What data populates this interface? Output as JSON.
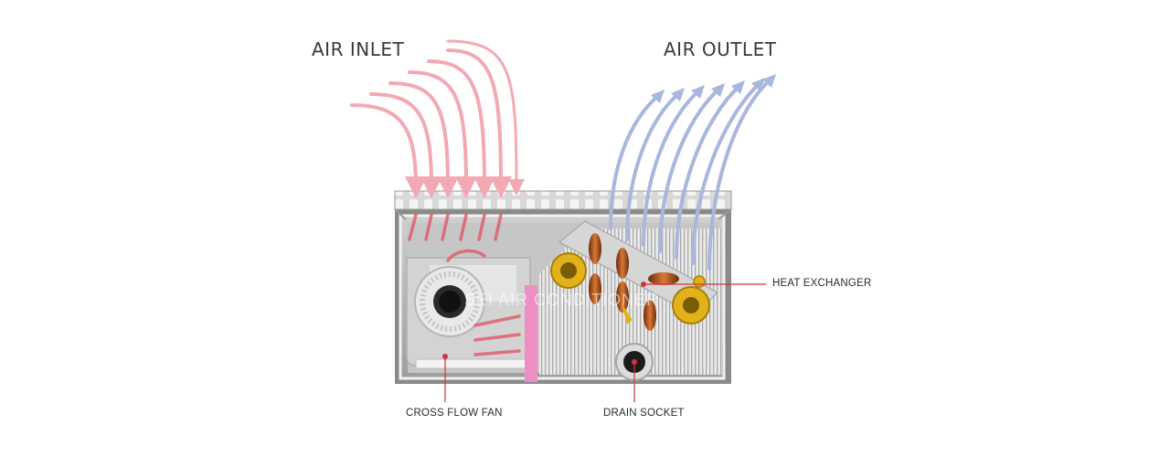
{
  "labels": {
    "air_inlet": "AIR INLET",
    "air_outlet": "AIR OUTLET",
    "heat_exchanger": "HEAT EXCHANGER",
    "cross_flow_fan": "CROSS FLOW FAN",
    "drain_socket": "DRAIN SOCKET",
    "watermark": "SEI AIR CONDITIONER"
  },
  "colors": {
    "inlet_arrow": "#f2a9b4",
    "outlet_arrow": "#a9b6dd",
    "callout": "#d0343e",
    "filter": "#ee8fc4",
    "housing": "#d9d9d9",
    "fin": "#e4e4e4",
    "copper": "#b5561f",
    "brass": "#e2b21b"
  }
}
